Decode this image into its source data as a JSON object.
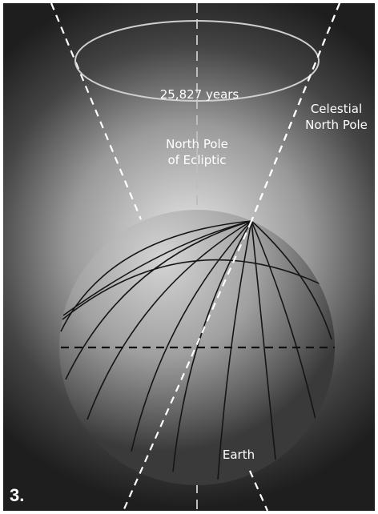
{
  "figure_number": "3.",
  "labels": {
    "precession_period": "25,827 years",
    "celestial_north_pole": "Celestial\nNorth Pole",
    "north_pole_of_ecliptic": "North Pole\nof Ecliptic",
    "earth": "Earth"
  },
  "colors": {
    "background": "#1e1e1e",
    "frame": "#ffffff",
    "dashed_lines": "#ffffff",
    "meridians": "#1a1a1a"
  }
}
